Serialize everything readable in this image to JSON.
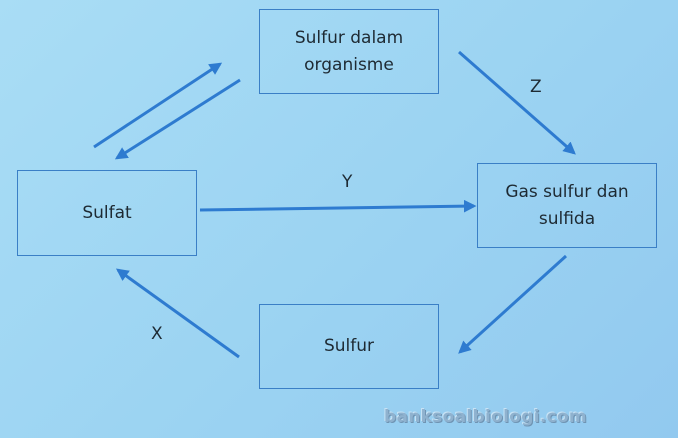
{
  "nodes": {
    "organism": "Sulfur dalam organisme",
    "sulfat": "Sulfat",
    "gas": "Gas sulfur dan sulfida",
    "sulfur": "Sulfur"
  },
  "labels": {
    "x": "X",
    "y": "Y",
    "z": "Z"
  },
  "watermark": "banksoalbiologi.com",
  "colors": {
    "arrow": "#2e7bd0",
    "border": "#3a7fc6",
    "text": "#1e2a33"
  }
}
